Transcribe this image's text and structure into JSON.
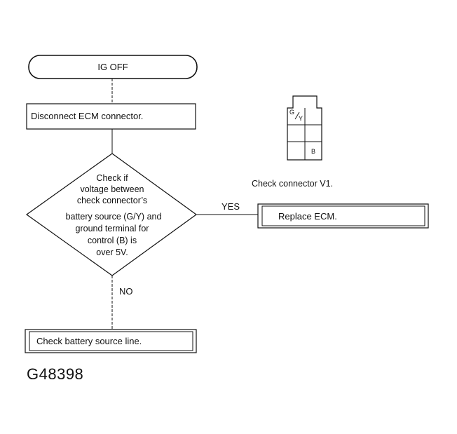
{
  "flowchart": {
    "start": "IG OFF",
    "step1": "Disconnect ECM connector.",
    "decision": [
      "Check if",
      "voltage between",
      "check connector’s",
      "battery source (G/Y) and",
      "ground terminal for",
      "control (B) is",
      "over 5V."
    ],
    "yes_label": "YES",
    "no_label": "NO",
    "yes_result": "Replace ECM.",
    "no_result": "Check battery source line."
  },
  "connector": {
    "pin_gy_top": "G",
    "pin_gy_bottom": "Y",
    "pin_b": "B",
    "caption": "Check connector V1."
  },
  "figure_id": "G48398"
}
